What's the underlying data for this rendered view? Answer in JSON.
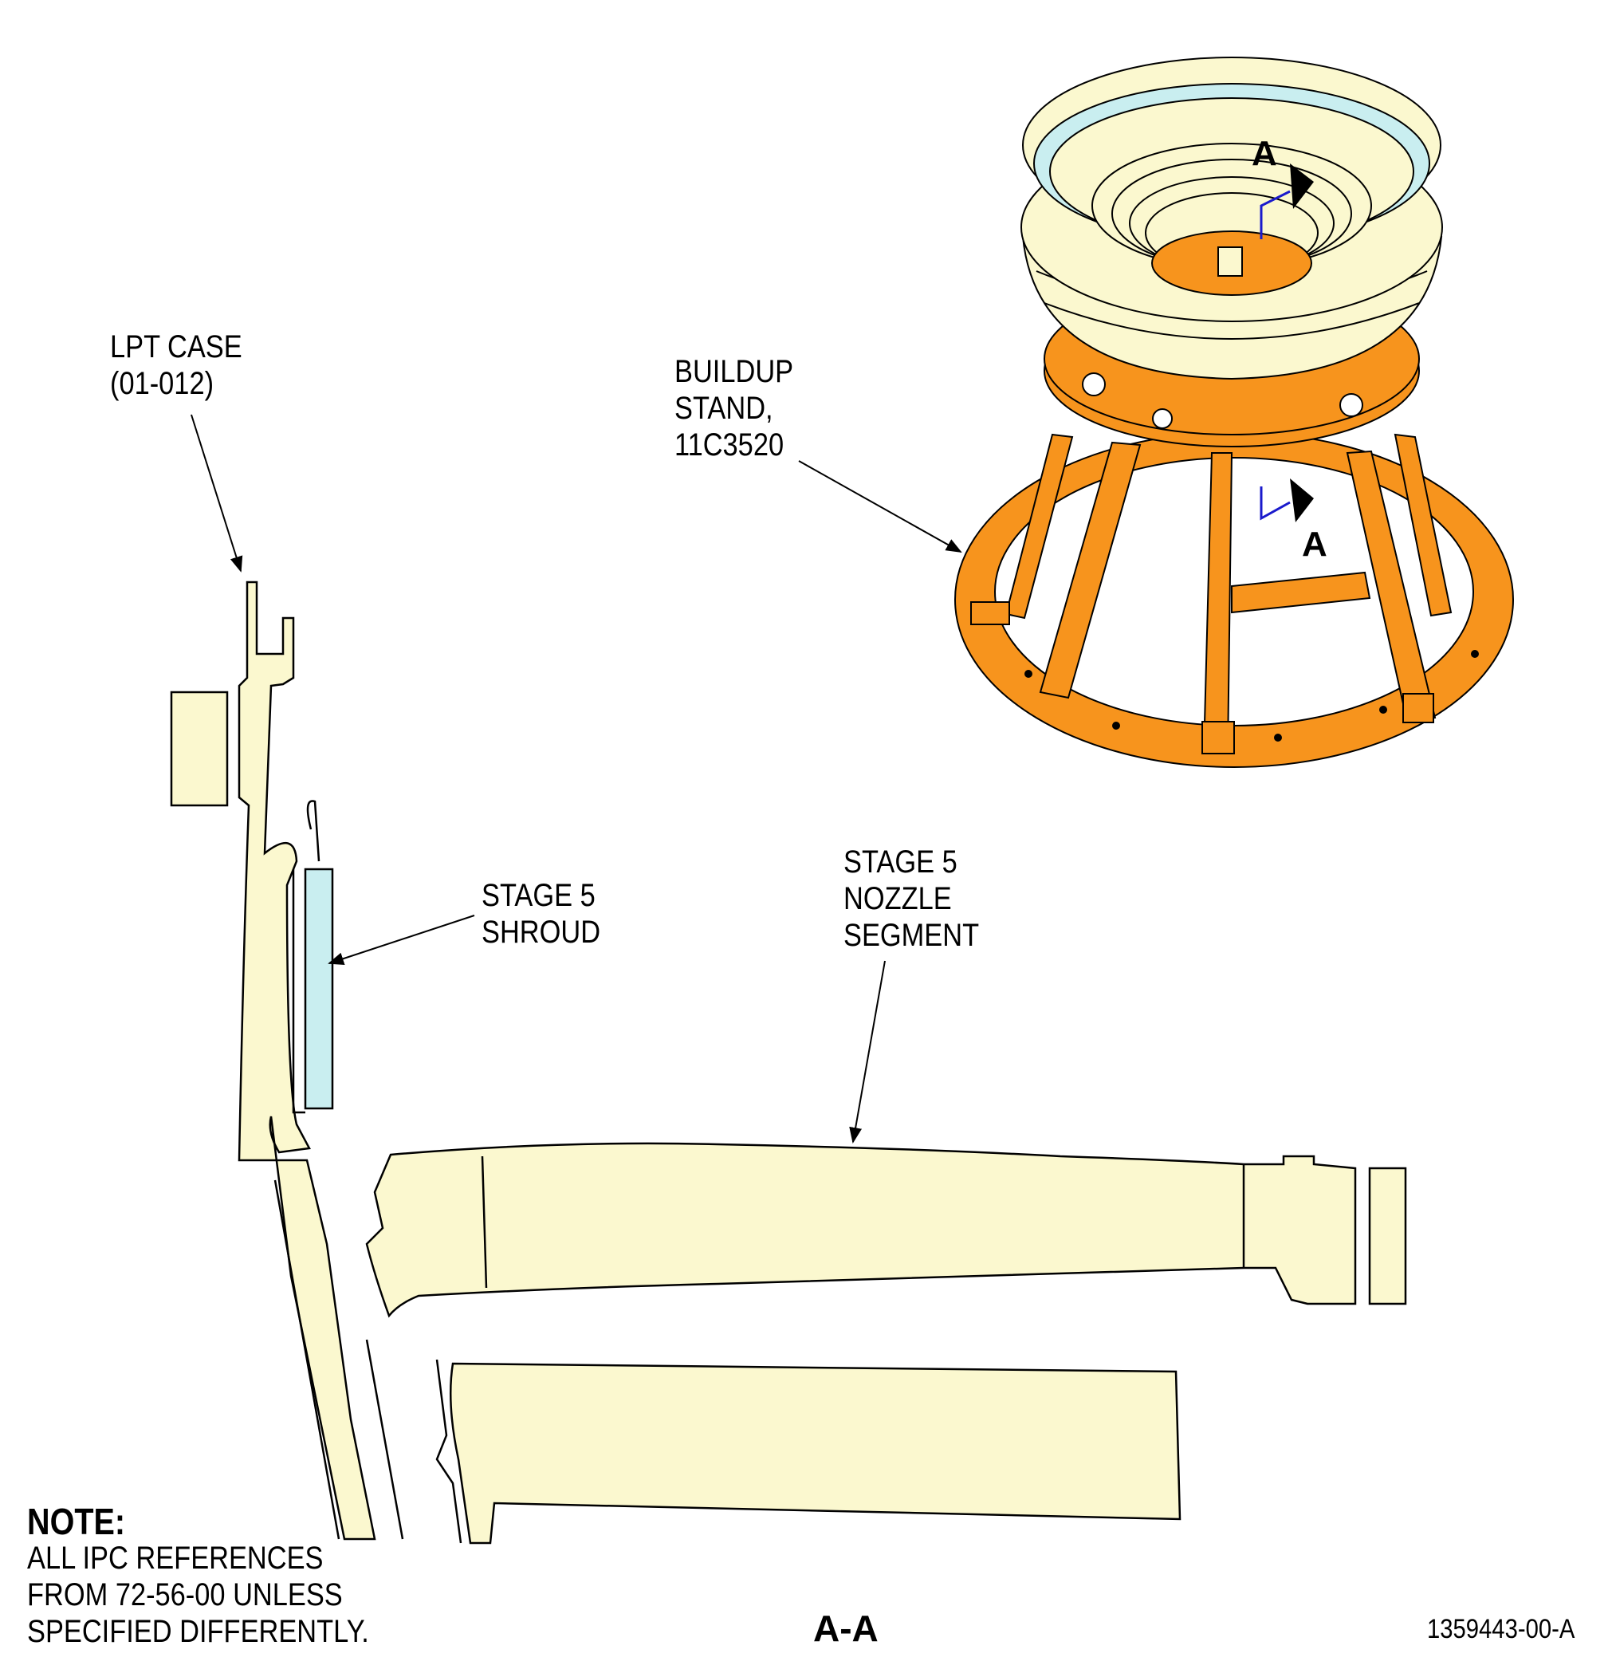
{
  "colors": {
    "part": "#FBF8CF",
    "shroud": "#C9EEF0",
    "stand": "#F7941D",
    "line": "#000000",
    "section_line": "#1a1acc"
  },
  "labels": {
    "lpt_case": [
      "LPT CASE",
      "(01-012)"
    ],
    "buildup_stand": [
      "BUILDUP",
      "STAND,",
      "11C3520"
    ],
    "stage5_shroud": [
      "STAGE 5",
      "SHROUD"
    ],
    "stage5_nozzle": [
      "STAGE 5",
      "NOZZLE",
      "SEGMENT"
    ]
  },
  "section_marker": "A",
  "section_title": "A-A",
  "note": {
    "heading": "NOTE:",
    "lines": [
      "ALL IPC REFERENCES",
      "FROM 72-56-00 UNLESS",
      "SPECIFIED DIFFERENTLY."
    ]
  },
  "figure_id": "1359443-00-A"
}
